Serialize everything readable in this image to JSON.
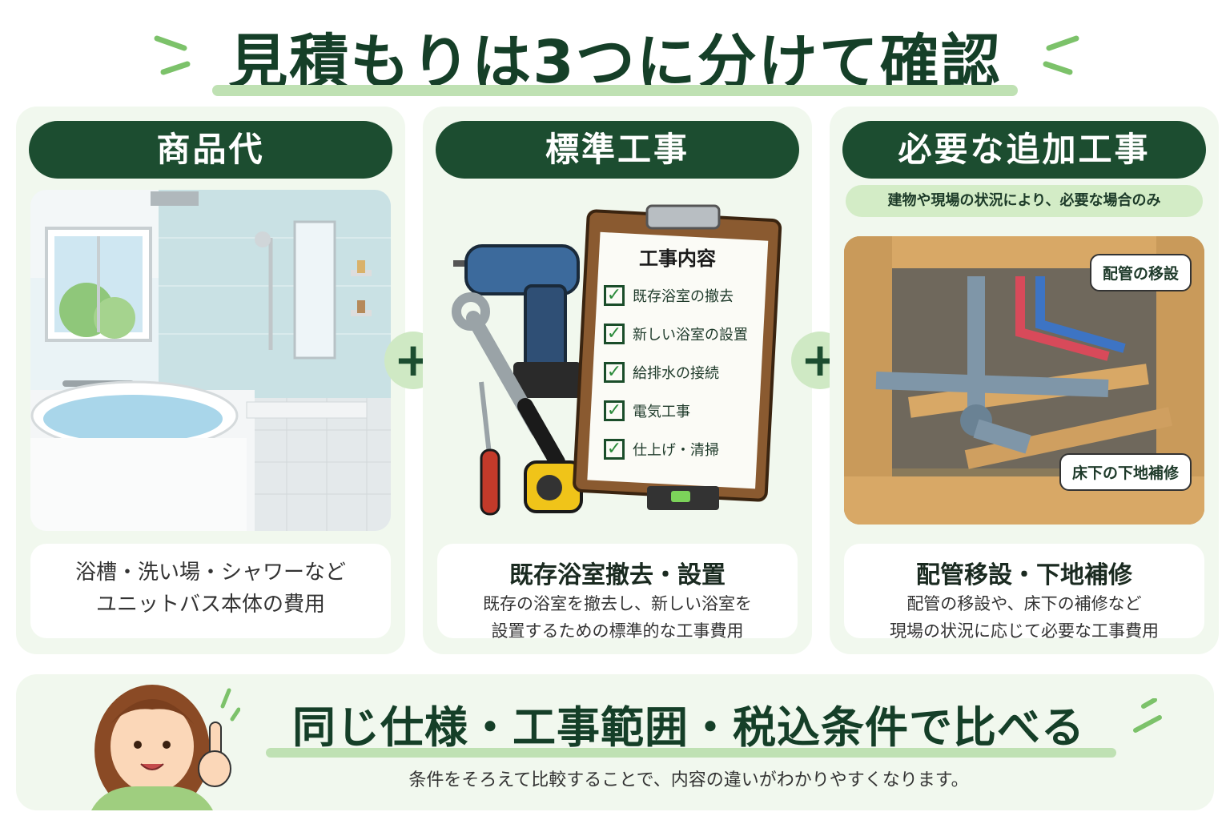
{
  "title": "見積もりは3つに分けて確認",
  "panels": [
    {
      "header": "商品代",
      "caption_text_1": "浴槽・洗い場・シャワーなど",
      "caption_text_2": "ユニットバス本体の費用"
    },
    {
      "header": "標準工事",
      "clipboard": {
        "title": "工事内容",
        "items": [
          "既存浴室の撤去",
          "新しい浴室の設置",
          "給排水の接続",
          "電気工事",
          "仕上げ・清掃"
        ]
      },
      "caption_title": "既存浴室撤去・設置",
      "caption_text_1": "既存の浴室を撤去し、新しい浴室を",
      "caption_text_2": "設置するための標準的な工事費用"
    },
    {
      "header": "必要な追加工事",
      "subtitle": "建物や現場の状況により、必要な場合のみ",
      "callouts": [
        "配管の移設",
        "床下の下地補修"
      ],
      "caption_title": "配管移設・下地補修",
      "caption_text_1": "配管の移設や、床下の補修など",
      "caption_text_2": "現場の状況に応じて必要な工事費用"
    }
  ],
  "plus_symbol": "+",
  "bottom": {
    "title": "同じ仕様・工事範囲・税込条件で比べる",
    "text": "条件をそろえて比較することで、内容の違いがわかりやすくなります。"
  },
  "colors": {
    "dark_green": "#1c4d30",
    "light_green": "#bfe1b3",
    "panel_bg": "#f1f8ee",
    "accent_green": "#7cc26a"
  }
}
